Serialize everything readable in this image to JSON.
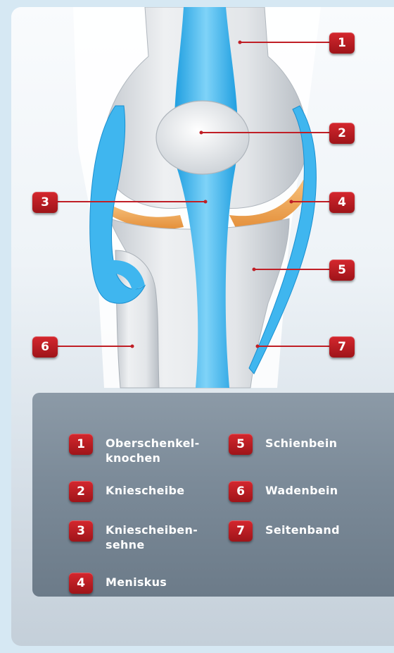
{
  "colors": {
    "bone": "#e6e8ea",
    "tendon": "#3fb6ef",
    "meniscus": "#f0a95a",
    "callout": "#c01f26",
    "legend_panel": "#7d8c9a"
  },
  "callouts": [
    {
      "number": "1"
    },
    {
      "number": "2"
    },
    {
      "number": "3"
    },
    {
      "number": "4"
    },
    {
      "number": "5"
    },
    {
      "number": "6"
    },
    {
      "number": "7"
    }
  ],
  "legend": [
    {
      "number": "1",
      "label": "Oberschenkel-\nknochen"
    },
    {
      "number": "2",
      "label": "Kniescheibe"
    },
    {
      "number": "3",
      "label": "Kniescheiben-\nsehne"
    },
    {
      "number": "4",
      "label": "Meniskus"
    },
    {
      "number": "5",
      "label": "Schienbein"
    },
    {
      "number": "6",
      "label": "Wadenbein"
    },
    {
      "number": "7",
      "label": "Seitenband"
    }
  ]
}
